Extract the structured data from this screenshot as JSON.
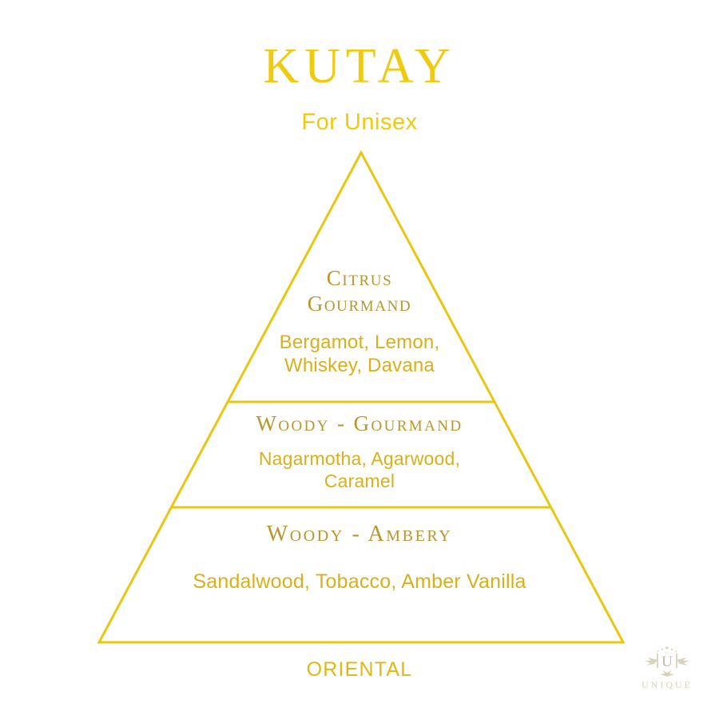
{
  "header": {
    "brand": "KUTAY",
    "audience": "For Unisex"
  },
  "colors": {
    "line_gold": "#E8C712",
    "title_gold": "#EFCB0F",
    "heading_gold": "#B8962E",
    "notes_gold": "#D8B01C",
    "background": "#FFFFFF",
    "watermark": "#B9AD86"
  },
  "pyramid": {
    "levels": [
      {
        "position": "top",
        "heading_line1": "Citrus",
        "heading_line2": "Gourmand",
        "heading": "Citrus Gourmand",
        "notes_line1": "Bergamot, Lemon,",
        "notes_line2": "Whiskey, Davana",
        "notes": [
          "Bergamot",
          "Lemon",
          "Whiskey",
          "Davana"
        ]
      },
      {
        "position": "middle",
        "heading": "Woody - Gourmand",
        "notes_line1": "Nagarmotha, Agarwood,",
        "notes_line2": "Caramel",
        "notes": [
          "Nagarmotha",
          "Agarwood",
          "Caramel"
        ]
      },
      {
        "position": "base",
        "heading": "Woody - Ambery",
        "notes_line1": "Sandalwood, Tobacco, Amber Vanilla",
        "notes": [
          "Sandalwood",
          "Tobacco",
          "Amber Vanilla"
        ]
      }
    ]
  },
  "footer": {
    "family": "ORIENTAL"
  },
  "watermark": {
    "monogram": "U",
    "brand": "UNIQUE"
  }
}
